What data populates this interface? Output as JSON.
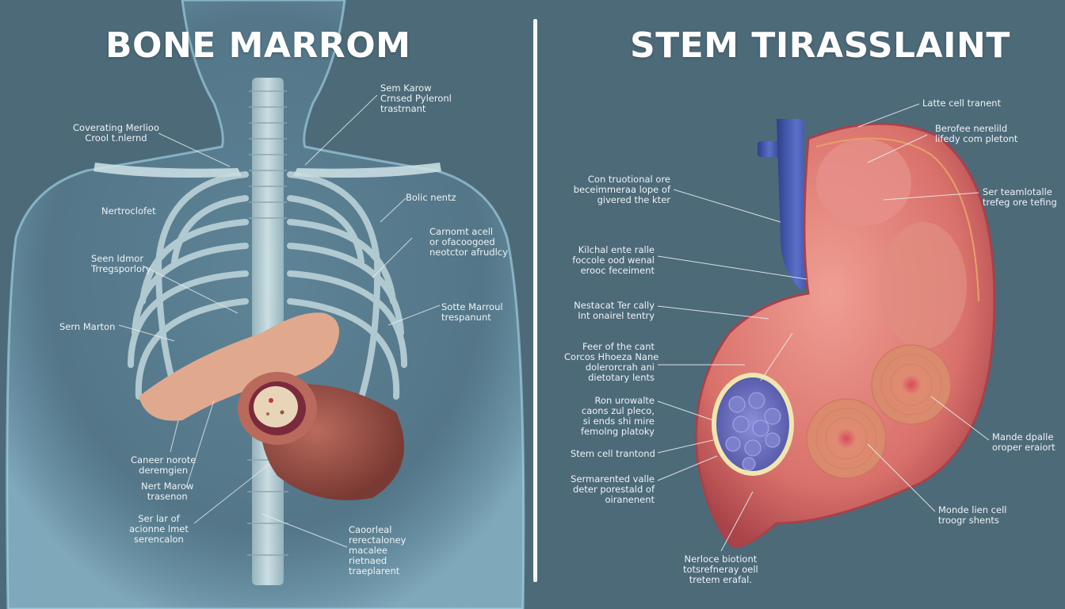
{
  "left_panel": {
    "title": "BONE MARROM",
    "labels": [
      {
        "id": "l1",
        "text": "Sem Karow\nCrnsed Pyleronl\ntrastrnant"
      },
      {
        "id": "l2",
        "text": "Coverating Merlioo\nCrool t.nlernd"
      },
      {
        "id": "l3",
        "text": "Bolic nentz"
      },
      {
        "id": "l4",
        "text": "Nertroclofet"
      },
      {
        "id": "l5",
        "text": "Carnomt acell\nor ofacoogoed\nneotctor afrudlcy"
      },
      {
        "id": "l6",
        "text": "Seen Idmor\nTrregsporlory"
      },
      {
        "id": "l7",
        "text": "Sotte Marroul\ntrespanunt"
      },
      {
        "id": "l8",
        "text": "Sern Marton"
      },
      {
        "id": "l9",
        "text": "Caneer norote\nderemgien"
      },
      {
        "id": "l10",
        "text": "Nert Marow\ntrasenon"
      },
      {
        "id": "l11",
        "text": "Ser lar of\nacionne lmet\nserencalon"
      },
      {
        "id": "l12",
        "text": "Caoorleal\nrerectaloney\nmacalee\nrietnaed\ntraeplarent"
      }
    ]
  },
  "right_panel": {
    "title": "STEM TIRASSLAINT",
    "labels": [
      {
        "id": "r1",
        "text": "Latte cell tranent"
      },
      {
        "id": "r2",
        "text": "Berofee nerelild\nlifedy com pletont"
      },
      {
        "id": "r3",
        "text": "Ser teamlotalle\ntrefeg ore tefing"
      },
      {
        "id": "r4",
        "text": "Con truotional ore\nbeceimmeraa lope of\ngivered the kter"
      },
      {
        "id": "r5",
        "text": "Kilchal ente ralle\nfoccole ood wenal\nerooc feceiment"
      },
      {
        "id": "r6",
        "text": "Nestacat Ter cally\nInt onairel tentry"
      },
      {
        "id": "r7",
        "text": "Feer of the cant\nCorcos Hhoeza Nane\ndolerorcrah ani\ndietotary lents"
      },
      {
        "id": "r8",
        "text": "Ron urowalte\ncaons zul pleco,\nsi ends shi mire\nfemolng platoky"
      },
      {
        "id": "r9",
        "text": "Stem cell trantond"
      },
      {
        "id": "r10",
        "text": "Sermarented valle\ndeter porestald of\noiranenent"
      },
      {
        "id": "r11",
        "text": "Mande dpalle\noroper eraiort"
      },
      {
        "id": "r12",
        "text": "Monde lien cell\ntroogr shents"
      },
      {
        "id": "r13",
        "text": "Nerloce biotiont\ntotsrefneray oell\ntretem erafal."
      }
    ]
  },
  "colors": {
    "background": "#4d6a79",
    "title": "#ffffff",
    "label": "#eef3f5",
    "body_silhouette": "#8fc6e0",
    "bone": "#c9dde2",
    "tissue": "#d97a72",
    "tissue_dark": "#b54b4b",
    "vein": "#3f55a8",
    "cell_cluster": "#6d72c0"
  }
}
